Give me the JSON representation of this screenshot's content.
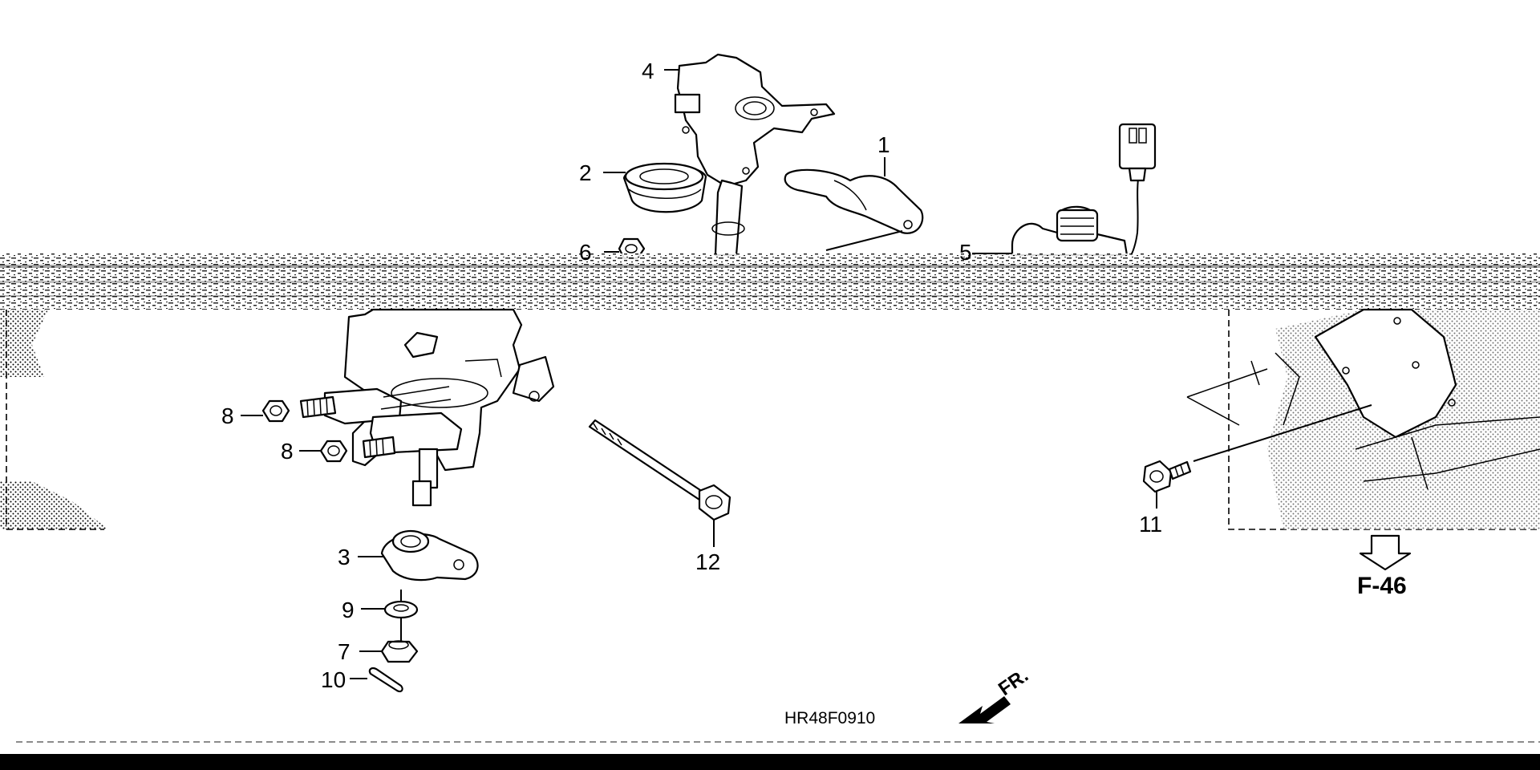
{
  "diagram": {
    "code": "HR48F0910",
    "reference": "F-46",
    "direction_label": "FR.",
    "callouts": {
      "c1": "1",
      "c2": "2",
      "c4": "4",
      "c5": "5",
      "c6": "6",
      "c8a": "8",
      "c8b": "8",
      "c3": "3",
      "c9": "9",
      "c7": "7",
      "c10": "10",
      "c11": "11",
      "c12": "12"
    }
  },
  "colors": {
    "ink": "#000000",
    "paper": "#ffffff",
    "bottom_bar": "#000000"
  }
}
